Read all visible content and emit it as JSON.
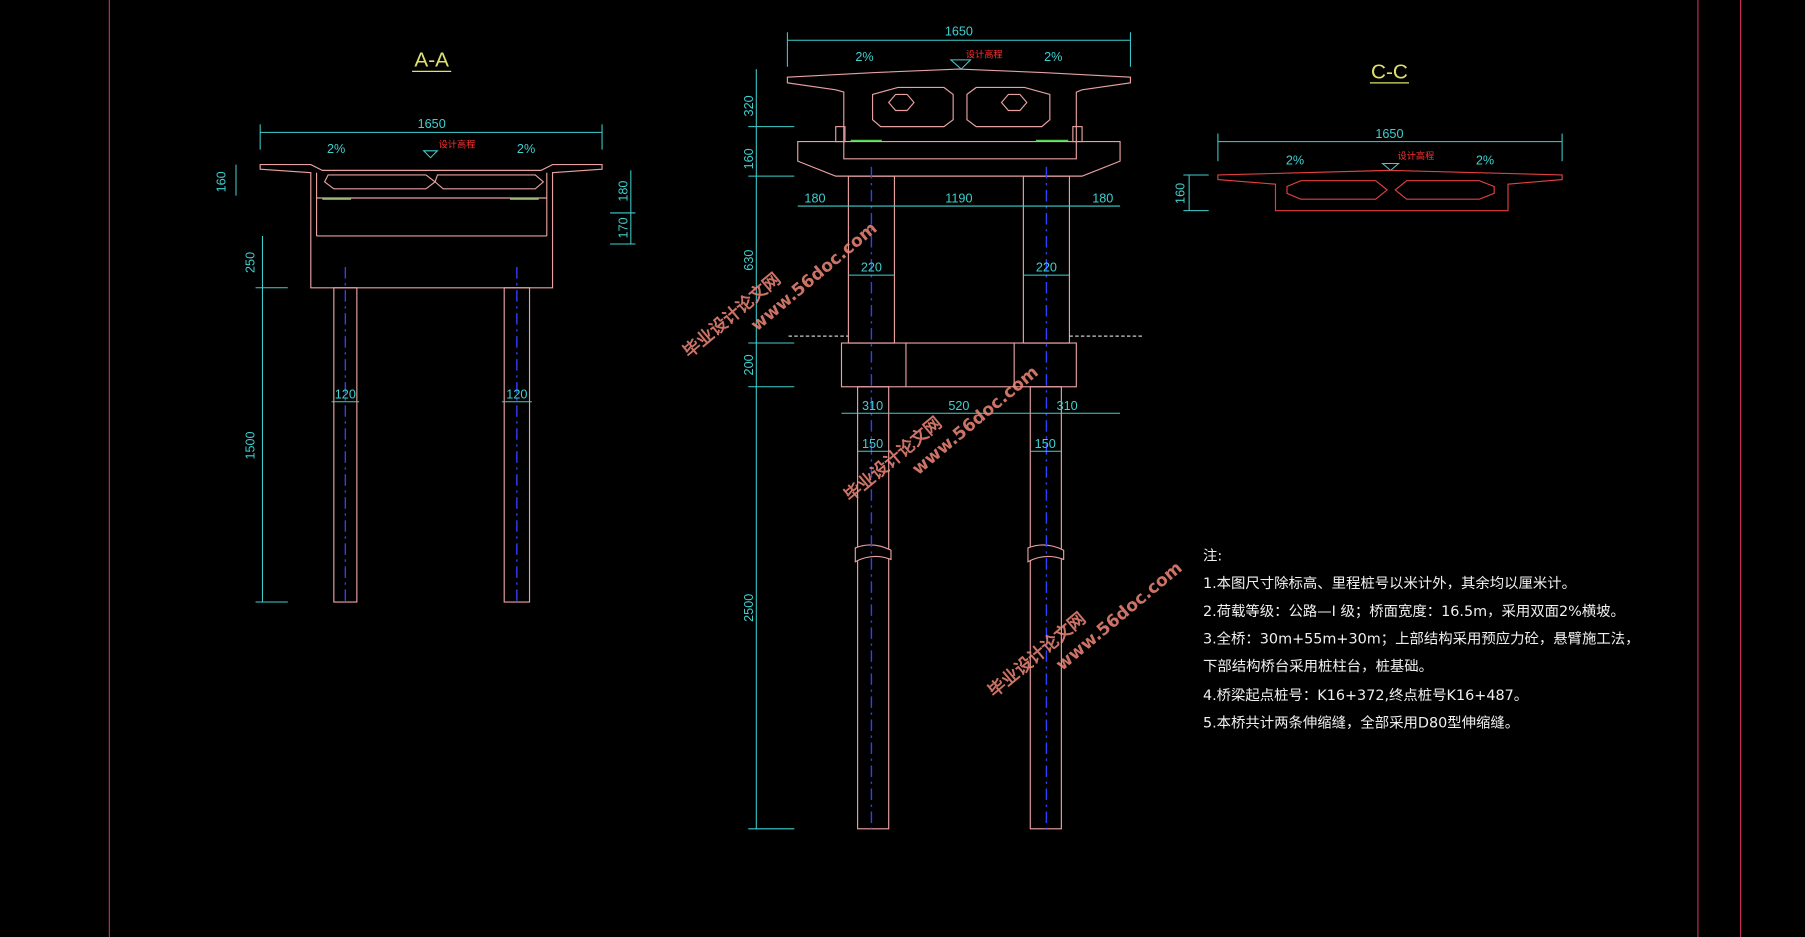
{
  "sections": {
    "aa": {
      "title": "A-A",
      "width": "1650",
      "slope_left": "2%",
      "slope_right": "2%",
      "elev": "设计高程",
      "dims": {
        "d160": "160",
        "d250": "250",
        "d1500": "1500",
        "d180": "180",
        "d170": "170",
        "pile_l": "120",
        "pile_r": "120"
      }
    },
    "elevation": {
      "width": "1650",
      "slope_left": "2%",
      "slope_right": "2%",
      "elev": "设计高程",
      "dims": {
        "d320": "320",
        "d160": "160",
        "d630": "630",
        "d200": "200",
        "d2500": "2500",
        "c180l": "180",
        "c1190": "1190",
        "c180r": "180",
        "col_l": "220",
        "col_r": "220",
        "f310l": "310",
        "f520": "520",
        "f310r": "310",
        "pile_l": "150",
        "pile_r": "150"
      }
    },
    "cc": {
      "title": "C-C",
      "width": "1650",
      "slope_left": "2%",
      "slope_right": "2%",
      "elev": "设计高程",
      "dims": {
        "d160": "160"
      }
    }
  },
  "notes": {
    "heading": "注:",
    "items": [
      "1.本图尺寸除标高、里程桩号以米计外，其余均以厘米计。",
      "2.荷载等级：公路—I 级；桥面宽度：16.5m，采用双面2%横坡。",
      "3.全桥：30m+55m+30m；上部结构采用预应力砼，悬臂施工法，",
      "下部结构桥台采用桩柱台，桩基础。",
      "4.桥梁起点桩号：K16+372,终点桩号K16+487。",
      "5.本桥共计两条伸缩缝，全部采用D80型伸缩缝。"
    ]
  },
  "watermark": {
    "cn": "毕业设计论文网",
    "url": "www.56doc.com"
  }
}
